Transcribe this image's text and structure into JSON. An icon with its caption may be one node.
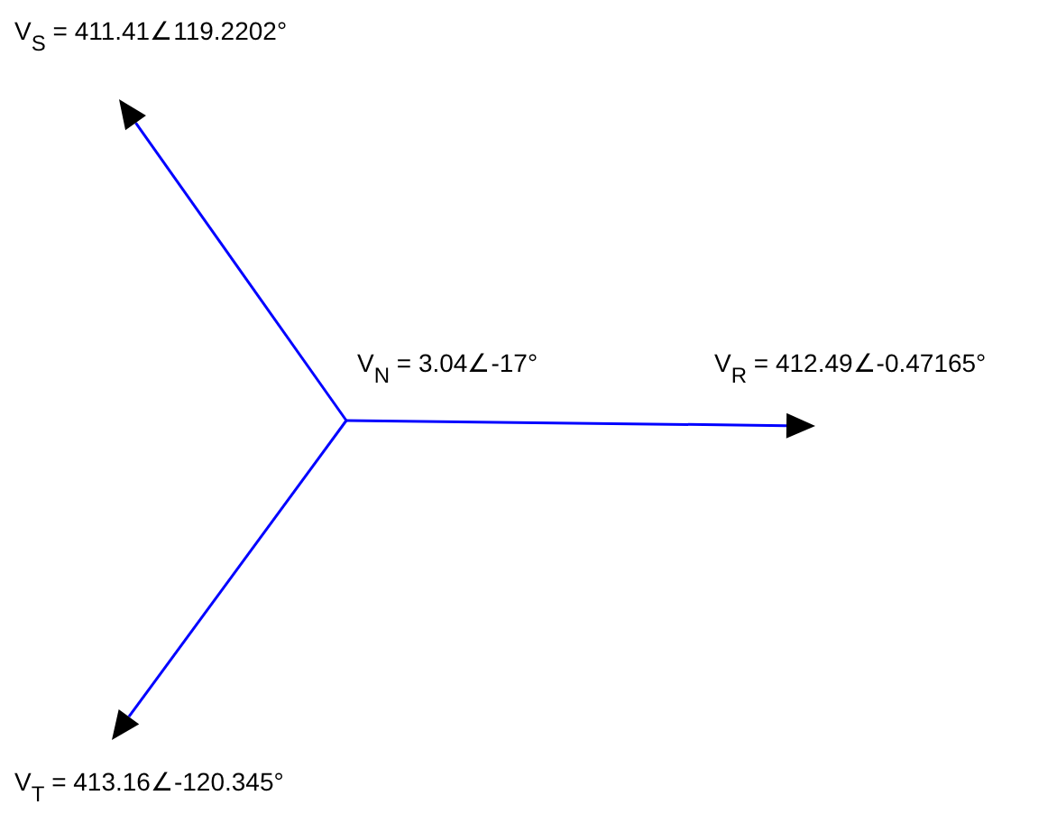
{
  "diagram": {
    "labels": [
      "V$_{S}$ = 411.41∠119.2202°",
      "V$_{N}$ = 3.04∠-17°",
      "V$_{R}$ = 412.49∠-0.47165°",
      "V$_{T}$ = 413.16∠-120.345°"
    ]
  }
}
